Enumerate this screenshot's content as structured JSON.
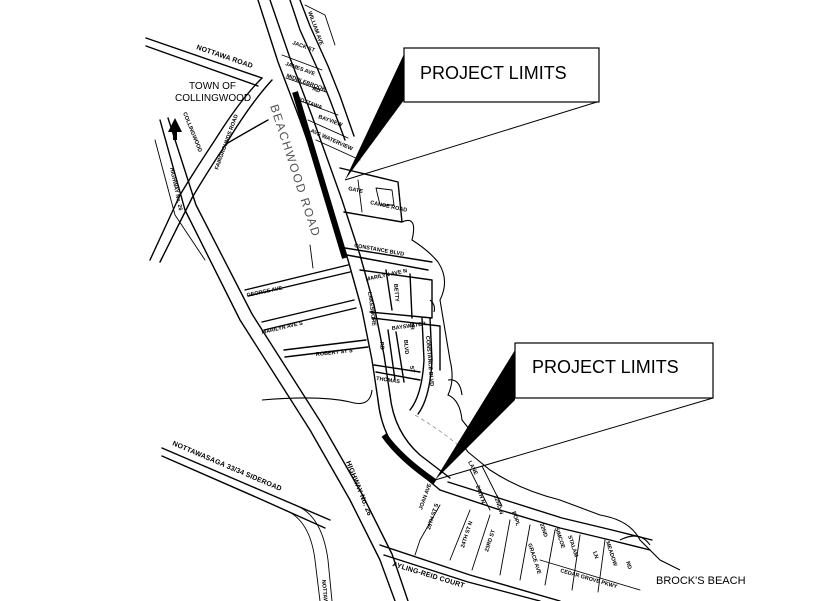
{
  "callouts": {
    "upper": "PROJECT LIMITS",
    "lower": "PROJECT LIMITS"
  },
  "places": {
    "town_line1": "TOWN OF",
    "town_line2": "COLLINGWOOD",
    "beach": "BROCK'S BEACH"
  },
  "roads": {
    "nottawa_road": "NOTTAWA ROAD",
    "beachwood_road": "BEACHWOOD ROAD",
    "fairgrounds_road": "FAIRGROUNDS ROAD",
    "collingwood": "COLLINGWOOD",
    "highway_no_26": "HIGHWAY No. 26",
    "highway_no_26_right": "HIGHWAY No. 26",
    "nottawasaga": "NOTTAWASAGA 33/34 SIDEROAD",
    "ayling_reid": "AYLING-REID COURT",
    "george_ave": "GEORGE AVE",
    "marilyn_ave_s": "MARILYN AVE S",
    "robert_st_s": "ROBERT ST S",
    "constance_blvd": "CONSTANCE BLVD",
    "constance_blvd_v": "CONSTANCE BLVD",
    "marilyn_ave_n": "MARILYN AVE N",
    "betty": "BETTY",
    "lakeshore": "LAKESHORE",
    "bayswater": "BAYSWATER",
    "rd": "RD",
    "blvd": "BLVD",
    "dr": "DR",
    "thomas": "THOMAS",
    "st": "ST",
    "william_ave": "WILLIAM AVE",
    "jack_st": "JACK ST",
    "james_ave": "JAMES AVE",
    "middlebrook": "MIDDLEBROOK",
    "rd_small": "RD",
    "nottawa_small": "NOTTAWA",
    "bayview": "BAYVIEW",
    "ave_waterview": "AVE WATERVIEW",
    "gate": "GATE",
    "canoe_road": "CANOE ROAD",
    "joan_ave": "JOAN AVE",
    "lane": "LANE",
    "st_24th_n": "24TH N",
    "st_22nd_n": "22ND N",
    "st_26th_s": "26TH ST S",
    "st_24th_s": "24TH ST N",
    "st_23rd": "23RD ST",
    "grace_ave": "GRACE AVE",
    "st_22nd": "22ND",
    "simcoe": "SIMCOE",
    "popl": "POPL",
    "ln": "LN",
    "stalam": "STALAM",
    "meadow": "MEADOW",
    "cedar_grove": "CEDAR GROVE PKWY",
    "rd_right": "RD",
    "nottawa_bottom": "NOTTAWA"
  }
}
